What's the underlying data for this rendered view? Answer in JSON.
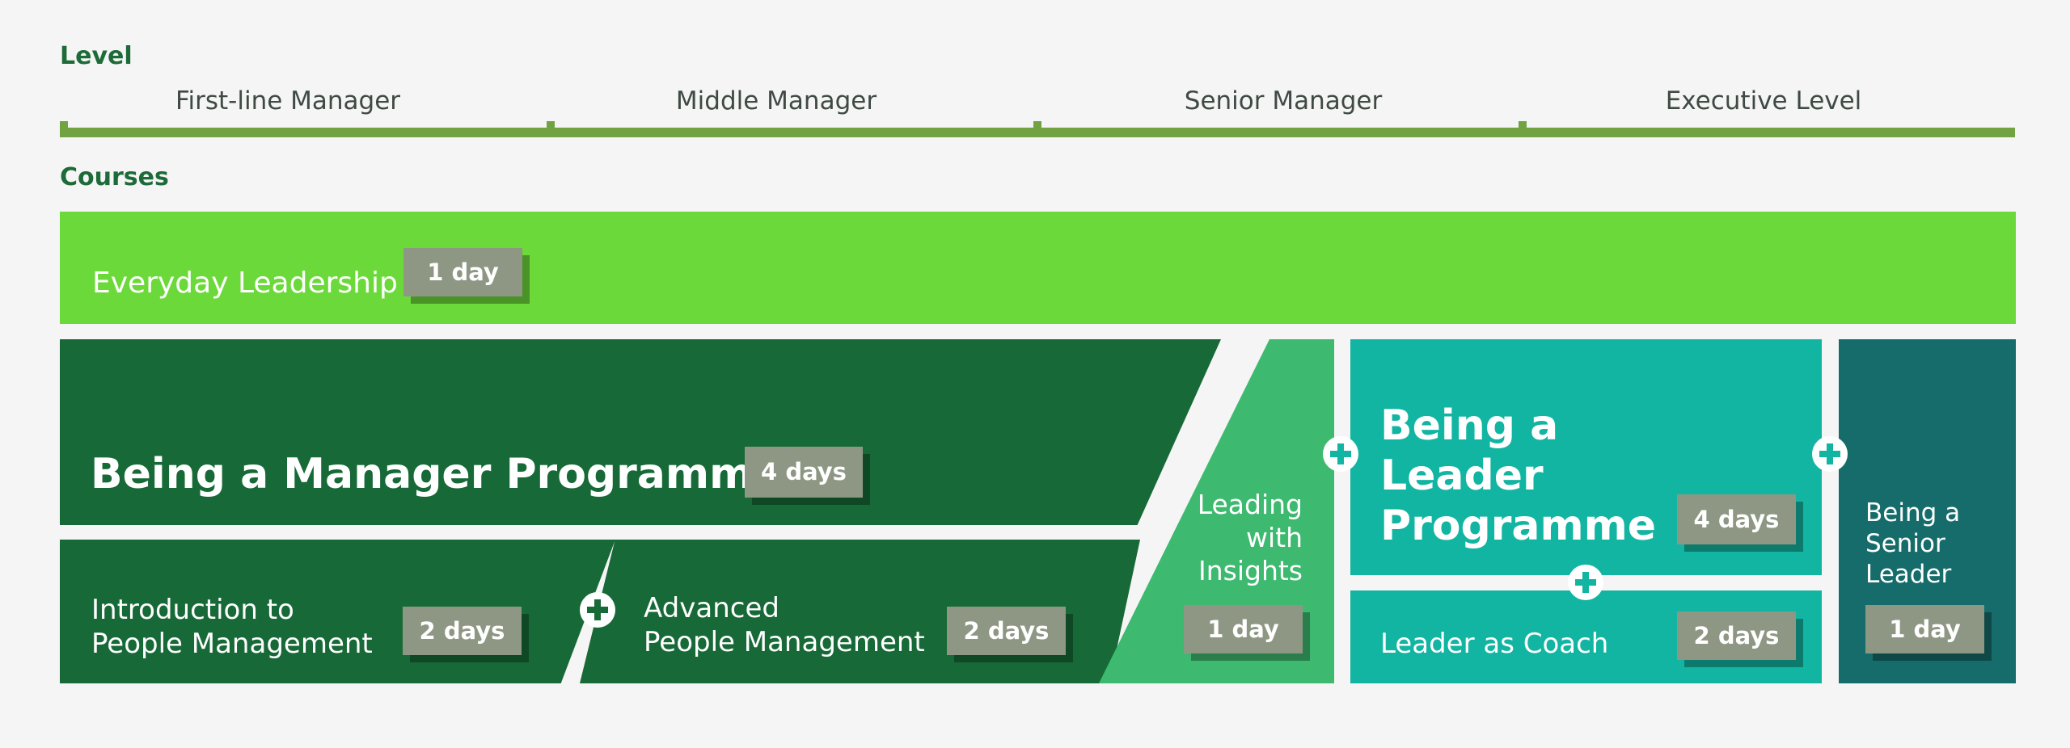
{
  "level_section": {
    "title": "Level",
    "levels": [
      "First-line Manager",
      "Middle Manager",
      "Senior Manager",
      "Executive Level"
    ]
  },
  "courses_section": {
    "title": "Courses",
    "everyday_leadership": {
      "name": "Everyday Leadership",
      "duration": "1 day"
    },
    "being_a_manager": {
      "name": "Being a Manager Programme",
      "duration": "4 days"
    },
    "intro_people_mgmt": {
      "line1": "Introduction to",
      "line2": "People Management",
      "duration": "2 days"
    },
    "advanced_people_mgmt": {
      "line1": "Advanced",
      "line2": "People Management",
      "duration": "2 days"
    },
    "leading_with_insights": {
      "line1": "Leading",
      "line2": "with",
      "line3": "Insights",
      "duration": "1 day"
    },
    "being_a_leader": {
      "line1": "Being a",
      "line2": "Leader",
      "line3": "Programme",
      "duration": "4 days"
    },
    "leader_as_coach": {
      "name": "Leader as Coach",
      "duration": "2 days"
    },
    "being_a_senior_leader": {
      "line1": "Being a",
      "line2": "Senior",
      "line3": "Leader",
      "duration": "1 day"
    }
  },
  "colors": {
    "rail": "#72a342",
    "heading": "#1e6b3a",
    "everyday_leadership": "#6cd93a",
    "manager_track": "#176a37",
    "leading_with_insights": "#3dba6f",
    "leader_track": "#12b5a2",
    "senior_leader": "#166c6a",
    "badge": "#8e9784"
  },
  "icons": {
    "connector": "plus-circle-icon"
  }
}
